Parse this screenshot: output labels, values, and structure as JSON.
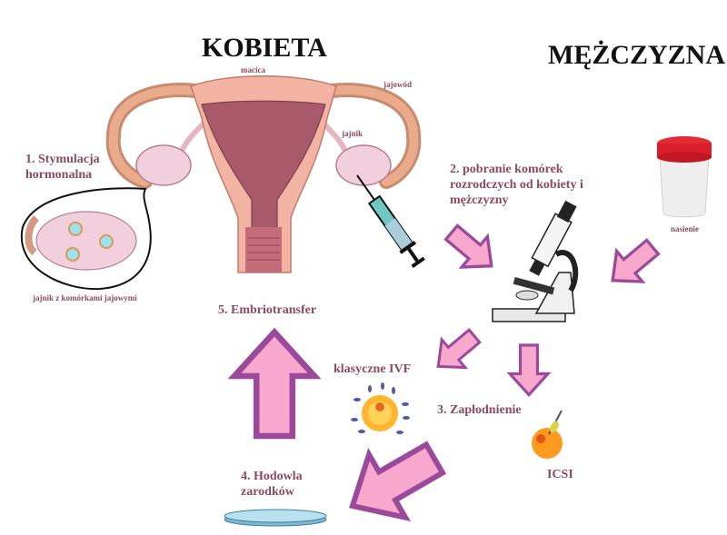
{
  "titles": {
    "female": "KOBIETA",
    "male": "MĘŻCZYZNA"
  },
  "anatomy_labels": {
    "uterus": "macica",
    "fallopian_tube": "jajowód",
    "ovary": "jajnik",
    "ovary_with_eggs": "jajnik z komórkami jajowymi",
    "semen": "nasienie"
  },
  "steps": {
    "step1": {
      "line1": "1. Stymulacja",
      "line2": "hormonalna"
    },
    "step2": {
      "line1": "2. pobranie komórek",
      "line2": "rozrodczych od kobiety i",
      "line3": "mężczyzny"
    },
    "step3": {
      "label": "3. Zapłodnienie"
    },
    "step4": {
      "line1": "4. Hodowla",
      "line2": "zarodków"
    },
    "step5": {
      "label": "5. Embriotransfer"
    }
  },
  "methods": {
    "classic": "klasyczne IVF",
    "icsi": "ICSI"
  },
  "colors": {
    "text_label": "#8b4a62",
    "arrow_fill": "#f7a8cc",
    "arrow_stroke": "#9b4a9b",
    "title": "#111111"
  }
}
